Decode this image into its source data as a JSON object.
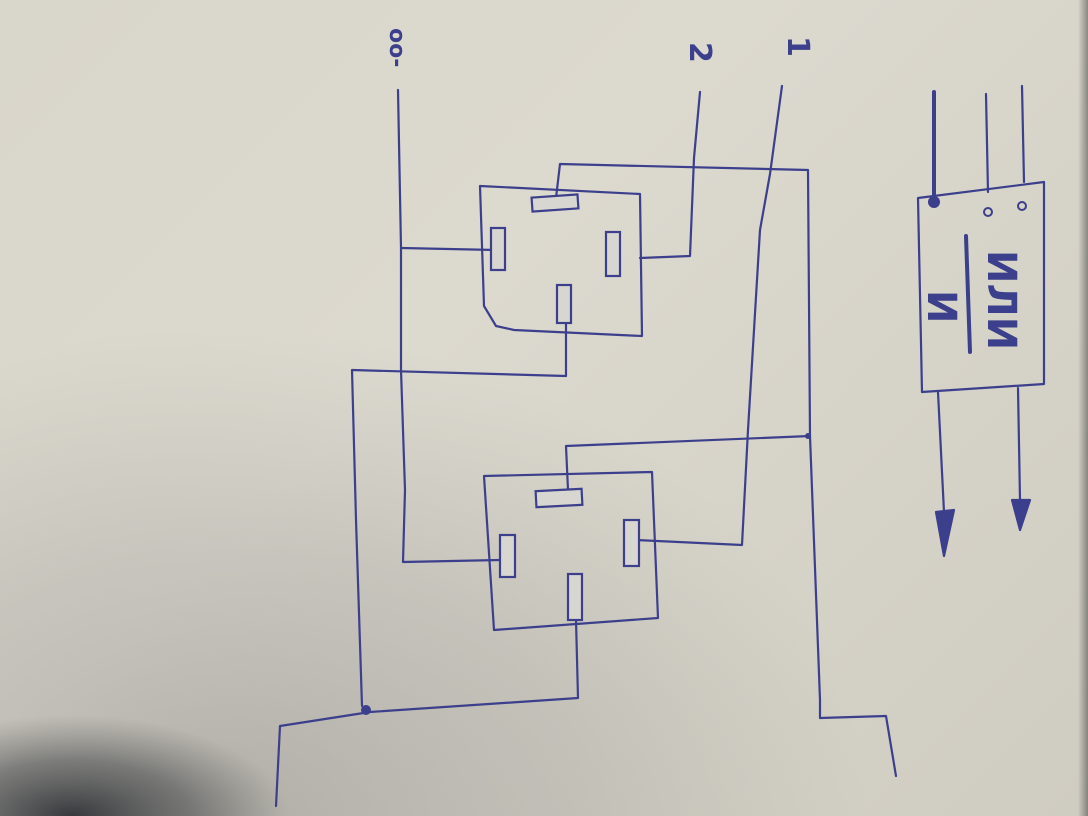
{
  "terminals": {
    "input_1": "1",
    "input_2": "2",
    "common": "oо-"
  },
  "logic_block": {
    "and_label": "И",
    "or_label": "ИЛИ"
  },
  "colors": {
    "ink": "#3c3f8c",
    "paper": "#d9d6cb"
  }
}
